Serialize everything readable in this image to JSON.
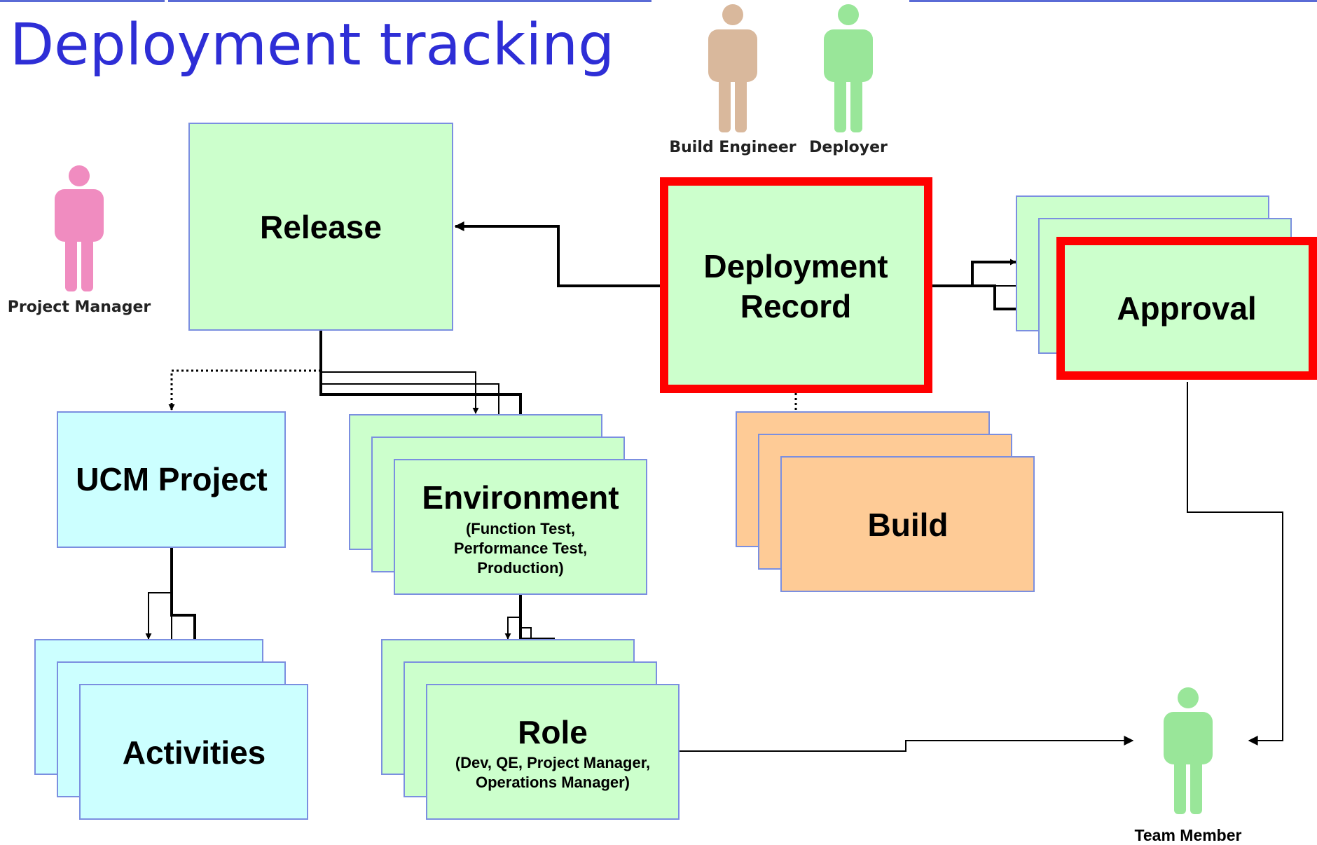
{
  "title": "Deployment tracking",
  "colors": {
    "title": "#2e2ed6",
    "green_box": "#ccffcc",
    "cyan_box": "#ccffff",
    "orange_box": "#fecb96",
    "highlight_border": "#ff0000",
    "build_engineer": "#d9b89c",
    "deployer": "#99e699",
    "project_manager": "#f08cc0",
    "team_member": "#99e699"
  },
  "actors": {
    "build_engineer": {
      "label": "Build Engineer",
      "icon": "person-icon"
    },
    "deployer": {
      "label": "Deployer",
      "icon": "person-icon"
    },
    "project_manager": {
      "label": "Project Manager",
      "icon": "person-icon"
    },
    "team_member": {
      "label": "Team Member",
      "icon": "person-icon"
    }
  },
  "nodes": {
    "release": {
      "label": "Release"
    },
    "deployment_record": {
      "line1": "Deployment",
      "line2": "Record"
    },
    "approval": {
      "label": "Approval"
    },
    "ucm_project": {
      "label": "UCM Project"
    },
    "environment": {
      "label": "Environment",
      "detail1": "(Function Test,",
      "detail2": "Performance Test,",
      "detail3": "Production)"
    },
    "build": {
      "label": "Build"
    },
    "activities": {
      "label": "Activities"
    },
    "role": {
      "label": "Role",
      "detail1": "(Dev, QE, Project Manager,",
      "detail2": "Operations Manager)"
    }
  }
}
